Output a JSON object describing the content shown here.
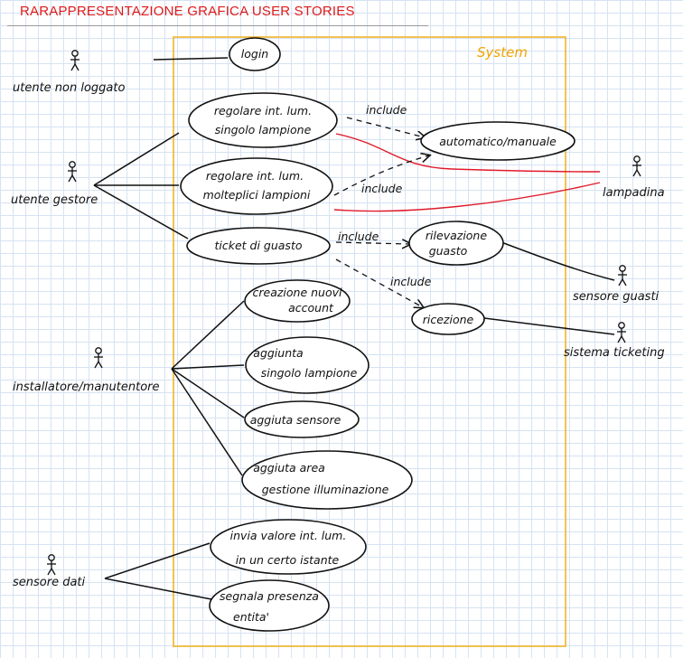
{
  "title": "RARAPPRESENTAZIONE GRAFICA USER STORIES",
  "system_label": "System",
  "include_label": "include",
  "colors": {
    "title": "#e01a1a",
    "system_border": "#f0b428",
    "lampadina_link": "#e01a2a",
    "ink": "#111111"
  },
  "actors": {
    "utente_non_loggato": "utente non loggato",
    "utente_gestore": "utente gestore",
    "installatore": "installatore/manutentore",
    "sensore_dati": "sensore dati",
    "lampadina": "lampadina",
    "sensore_guasti": "sensore guasti",
    "sistema_ticketing": "sistema ticketing"
  },
  "use_cases": {
    "login": [
      "login"
    ],
    "regolare_singolo": [
      "regolare int. lum.",
      "singolo lampione"
    ],
    "regolare_molteplici": [
      "regolare int. lum.",
      "molteplici lampioni"
    ],
    "ticket": [
      "ticket di guasto"
    ],
    "automatico": [
      "automatico/manuale"
    ],
    "rilevazione": [
      "rilevazione",
      "guasto"
    ],
    "ricezione": [
      "ricezione"
    ],
    "creazione": [
      "creazione nuovi",
      "account"
    ],
    "aggiunta_lampione": [
      "aggiunta",
      "singolo lampione"
    ],
    "aggiunta_sensore": [
      "aggiuta sensore"
    ],
    "aggiunta_area": [
      "aggiuta area",
      "gestione illuminazione"
    ],
    "invia_valore": [
      "invia valore int. lum.",
      "in un certo istante"
    ],
    "segnala": [
      "segnala presenza",
      "entita'"
    ]
  }
}
